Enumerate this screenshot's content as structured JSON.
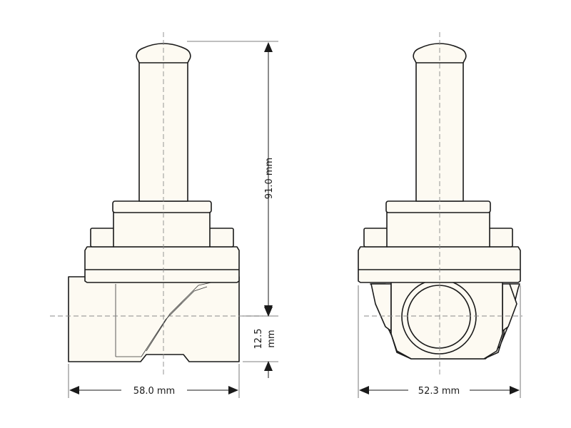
{
  "dimensions": {
    "height": "91.0 mm",
    "offset_value": "12.5",
    "offset_unit": "mm",
    "width_left": "58.0 mm",
    "width_right": "52.3 mm"
  }
}
